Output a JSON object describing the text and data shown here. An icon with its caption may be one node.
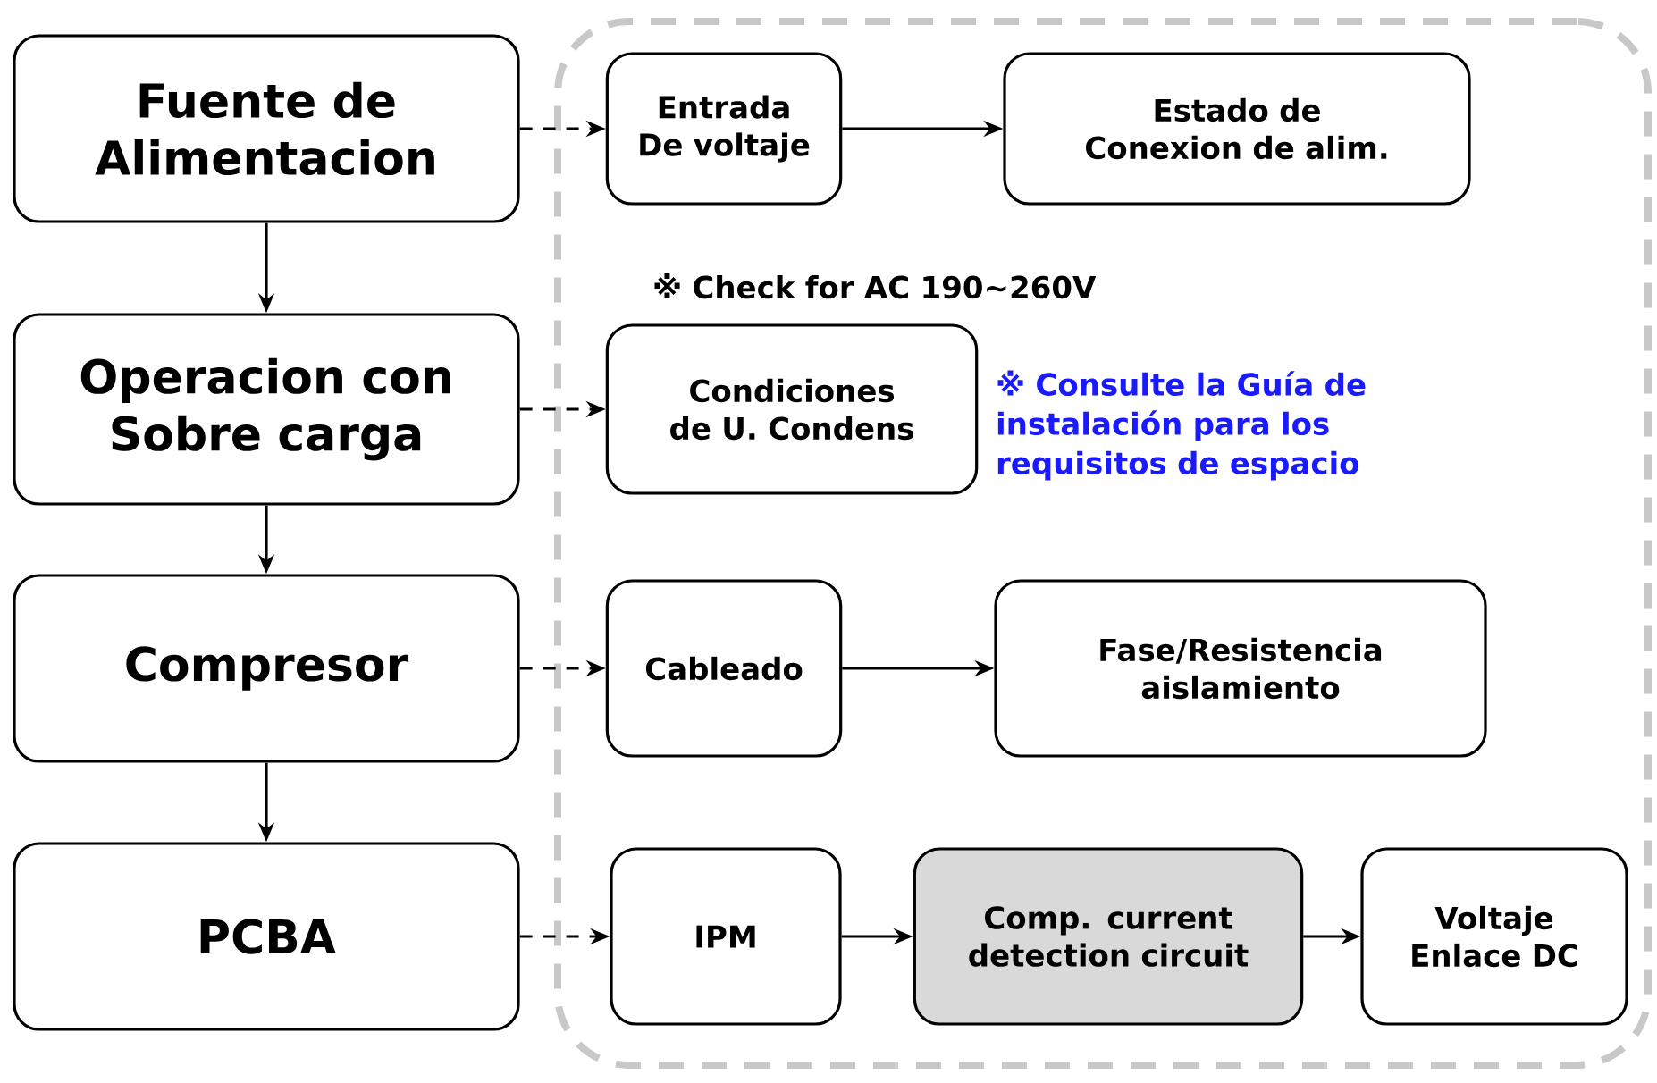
{
  "diagram": {
    "nodes": [
      {
        "text": [
          "Fuente de Alimentacion"
        ]
      },
      {
        "text": [
          "Operacion con Sobre carga"
        ]
      },
      {
        "text": [
          "Compresor"
        ]
      },
      {
        "text": [
          "PCBA"
        ]
      },
      {
        "text": [],
        "shape": "box"
      },
      {
        "text": [
          "Entrada De voltaje"
        ],
        "in": 4
      },
      {
        "text": [
          "Estado de Conexion de alim."
        ],
        "in": 4
      },
      {
        "text": [
          "Condiciones de U. Condens"
        ],
        "in": 4
      },
      {
        "text": [
          "Cableado"
        ],
        "in": 4
      },
      {
        "text": [
          "Fase/Resistencia aislamiento"
        ],
        "in": 4
      },
      {
        "text": [
          "IPM"
        ],
        "in": 4
      },
      {
        "text": [
          "Comp. current detection circuit"
        ],
        "in": 4
      },
      {
        "text": [
          "Voltaje Enlace DC"
        ],
        "in": 4
      }
    ],
    "edges": [
      {
        "from": 0,
        "to": 1,
        "arrow": "to"
      },
      {
        "from": 1,
        "to": 2,
        "arrow": "to"
      },
      {
        "from": 2,
        "to": 3,
        "arrow": "to"
      },
      {
        "from": 0,
        "to": 5,
        "arrow": "to",
        "style": "dashed"
      },
      {
        "from": 1,
        "to": 7,
        "arrow": "to",
        "style": "dashed"
      },
      {
        "from": 2,
        "to": 8,
        "arrow": "to",
        "style": "dashed"
      },
      {
        "from": 3,
        "to": 10,
        "arrow": "to",
        "style": "dashed"
      },
      {
        "from": 5,
        "to": 6,
        "arrow": "to"
      },
      {
        "from": 8,
        "to": 9,
        "arrow": "to"
      },
      {
        "from": 10,
        "to": 11,
        "arrow": "to"
      },
      {
        "from": 11,
        "to": 12,
        "arrow": "to"
      }
    ],
    "labels": [
      "※ Check for AC 190~260V",
      "※ Consulte la Guía de instalación para los requisitos de espacio"
    ]
  }
}
